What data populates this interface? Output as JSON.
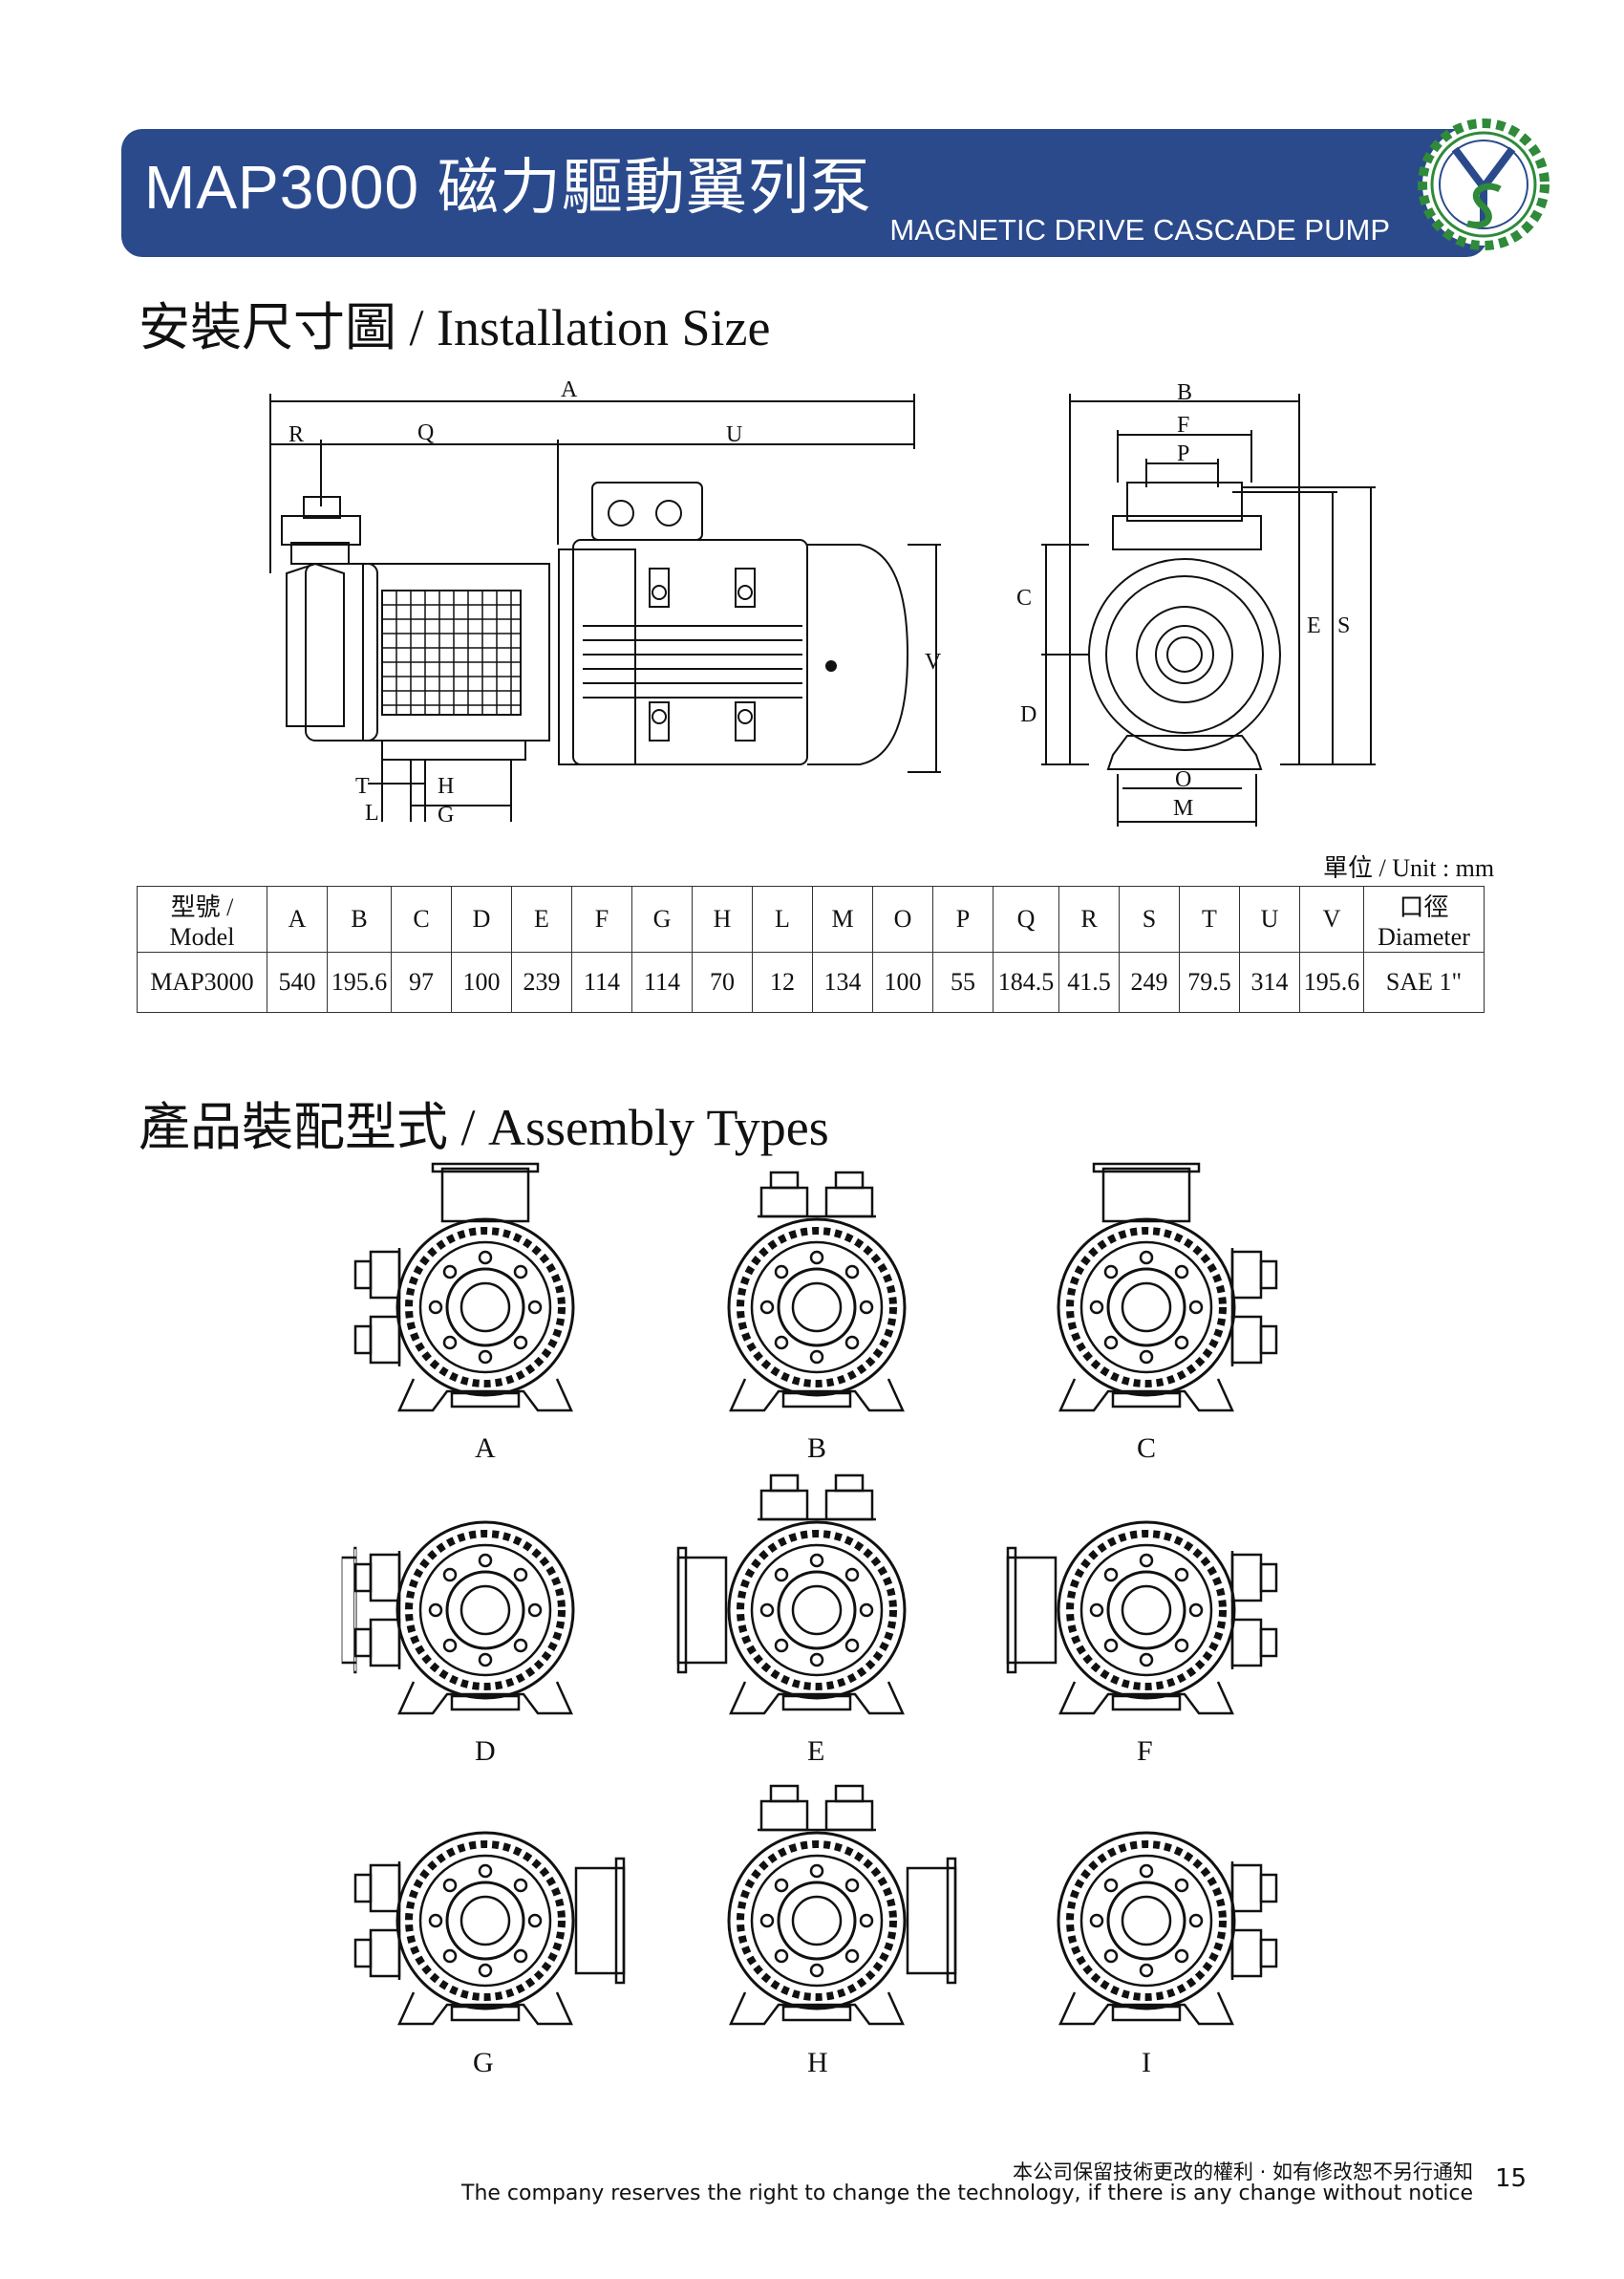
{
  "header": {
    "title": "MAP3000 磁力驅動翼列泵",
    "subtitle": "MAGNETIC DRIVE CASCADE PUMP",
    "brand_color": "#2b4a8c",
    "logo_letters": "YS"
  },
  "installation": {
    "heading": "安裝尺寸圖 / Installation Size",
    "side_labels": {
      "A": "A",
      "R": "R",
      "Q": "Q",
      "U": "U",
      "V": "V",
      "T": "T",
      "H": "H",
      "L": "L",
      "G": "G"
    },
    "front_labels": {
      "B": "B",
      "F": "F",
      "P": "P",
      "C": "C",
      "D": "D",
      "E": "E",
      "S": "S",
      "O": "O",
      "M": "M"
    },
    "unit": "單位 / Unit : mm"
  },
  "table": {
    "model_header_cn": "型號 /",
    "model_header_en": "Model",
    "diameter_header_cn": "口徑",
    "diameter_header_en": "Diameter",
    "columns": [
      "A",
      "B",
      "C",
      "D",
      "E",
      "F",
      "G",
      "H",
      "L",
      "M",
      "O",
      "P",
      "Q",
      "R",
      "S",
      "T",
      "U",
      "V"
    ],
    "row": {
      "model": "MAP3000",
      "values": [
        "540",
        "195.6",
        "97",
        "100",
        "239",
        "114",
        "114",
        "70",
        "12",
        "134",
        "100",
        "55",
        "184.5",
        "41.5",
        "249",
        "79.5",
        "314",
        "195.6"
      ],
      "diameter": "SAE 1\""
    }
  },
  "assembly": {
    "heading": "產品裝配型式 / Assembly Types",
    "types": [
      "A",
      "B",
      "C",
      "D",
      "E",
      "F",
      "G",
      "H",
      "I"
    ]
  },
  "footer": {
    "line_cn": "本公司保留技術更改的權利 · 如有修改恕不另行通知",
    "line_en": "The company reserves the right to change the technology, if there is any change without notice",
    "page": "15"
  }
}
